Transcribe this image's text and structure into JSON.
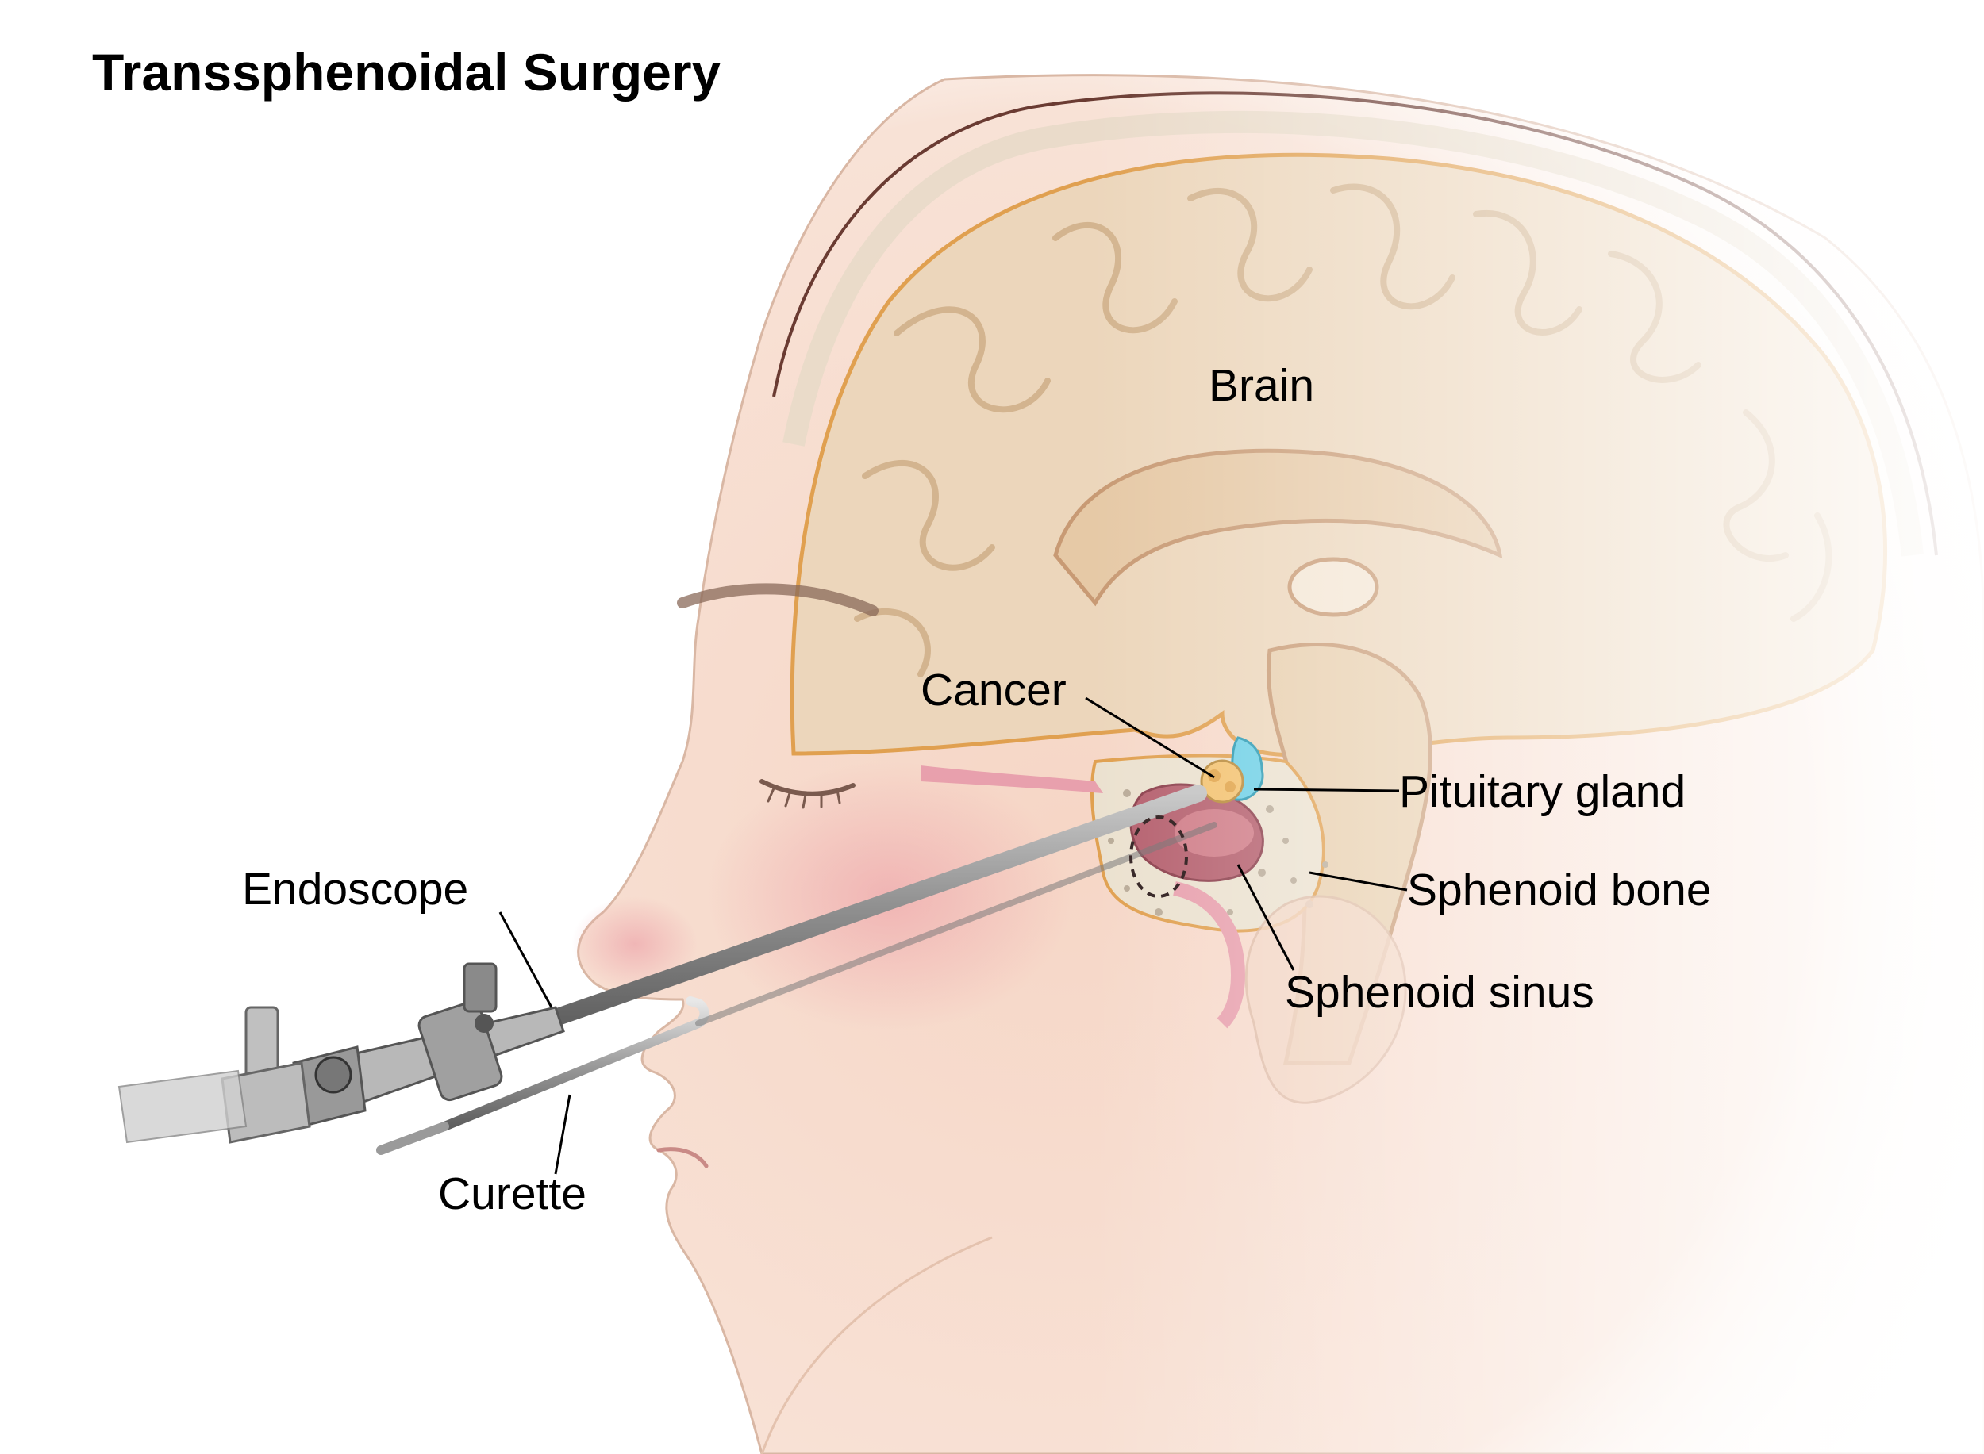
{
  "title": "Transsphenoidal Surgery",
  "labels": {
    "brain": "Brain",
    "cancer": "Cancer",
    "pituitary_gland": "Pituitary gland",
    "sphenoid_bone": "Sphenoid bone",
    "sphenoid_sinus": "Sphenoid sinus",
    "endoscope": "Endoscope",
    "curette": "Curette"
  },
  "colors": {
    "background": "#ffffff",
    "skin": "#f6d9c8",
    "brain": "#ecd6bb",
    "skull_bone": "#eee2cf",
    "mucosa": "#e8a0ad",
    "sinus_cavity": "#b5606e",
    "pituitary": "#6fd0e6",
    "tumor": "#f3c270",
    "instrument": "#9a9a9a",
    "leader_line": "#000000"
  }
}
